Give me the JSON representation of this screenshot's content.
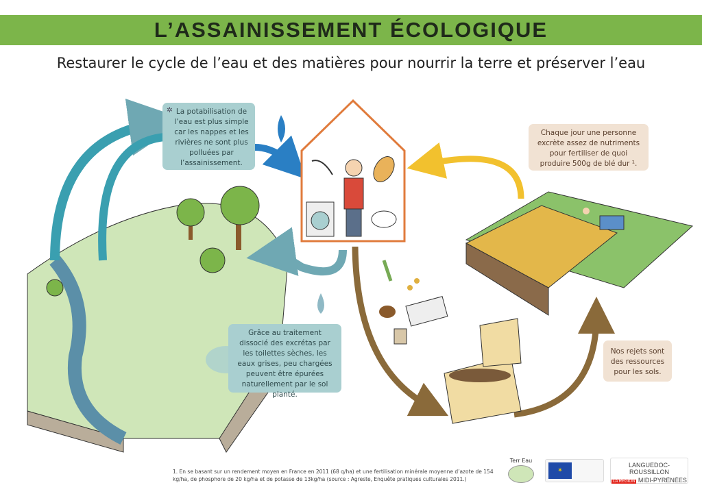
{
  "header": {
    "title": "L’ASSAINISSEMENT ÉCOLOGIQUE",
    "subtitle": "Restaurer le cycle de l’eau et des matières pour nourrir la terre et préserver l’eau"
  },
  "callouts": {
    "potabilisation": "La potabilisation de l’eau est plus simple car les nappes et les rivières ne sont plus polluées par l’assainissement.",
    "nutriments": "Chaque jour une personne excrète assez de nutriments pour fertiliser de quoi produire 500g de blé dur ¹.",
    "traitement": "Grâce au traitement dissocié des excrétas par les toilettes sèches, les eaux grises, peu chargées peuvent être épurées naturellement par le sol planté.",
    "rejets": "Nos rejets sont des ressources pour les sols."
  },
  "footnote": "1. En se basant sur un rendement moyen en France en 2011 (68 q/ha) et une fertilisation minérale moyenne d’azote de 154 kg/ha, de phosphore de 20 kg/ha et de potasse de 13kg/ha (source : Agreste, Enquête pratiques culturales 2011.)",
  "logos": {
    "terr_eau": "Terr Eau",
    "region_line1": "LANGUEDOC-ROUSSILLON",
    "region_badge": "LA RÉGION",
    "region_line2": "MIDI-PYRÉNÉES"
  },
  "colors": {
    "banner": "#7cb54a",
    "house": "#e07b3c",
    "blue_arrow": "#2a7fc4",
    "teal_arrow": "#3a9fb0",
    "brown_arrow": "#8a6a3a",
    "yellow_arrow": "#f2c12e"
  }
}
